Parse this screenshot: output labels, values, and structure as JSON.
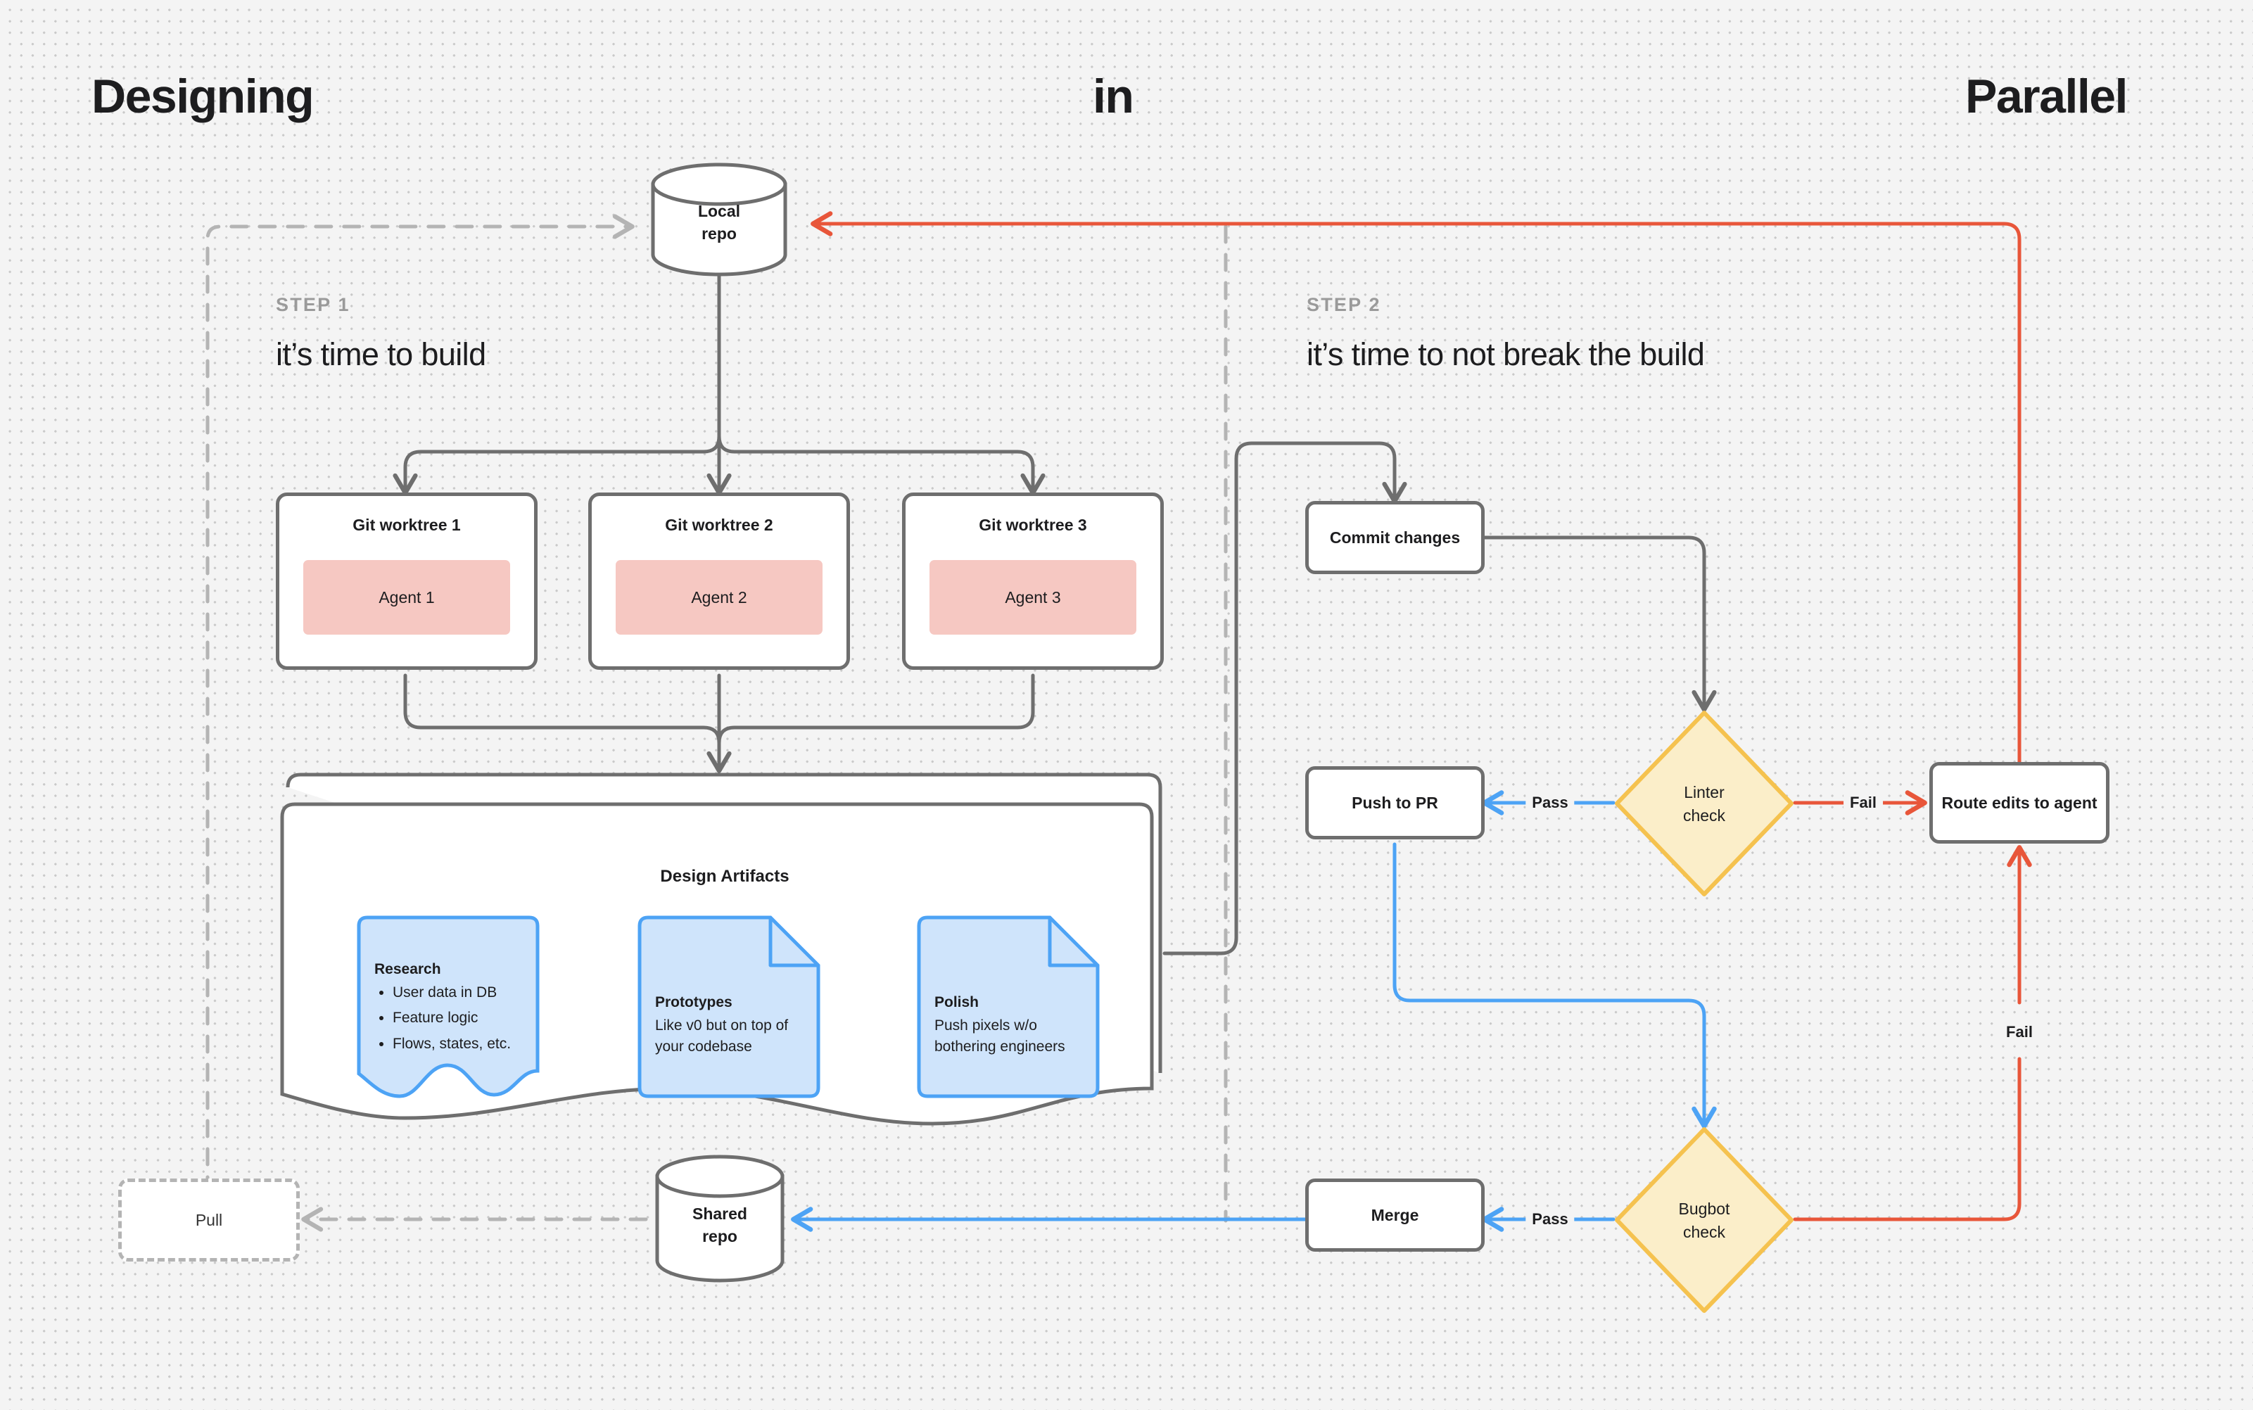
{
  "titles": {
    "left": "Designing",
    "center": "in",
    "right": "Parallel"
  },
  "steps": [
    {
      "kicker": "STEP  1",
      "heading": "it’s time to build"
    },
    {
      "kicker": "STEP  2",
      "heading": "it’s time to not break the build"
    }
  ],
  "nodes": {
    "local_repo": {
      "line1": "Local",
      "line2": "repo"
    },
    "shared_repo": {
      "line1": "Shared",
      "line2": "repo"
    },
    "pull": "Pull",
    "commit_changes": "Commit changes",
    "push_to_pr": "Push to PR",
    "route_edits": "Route edits to agent",
    "merge": "Merge",
    "linter_check": {
      "line1": "Linter",
      "line2": "check"
    },
    "bugbot_check": {
      "line1": "Bugbot",
      "line2": "check"
    }
  },
  "worktrees": [
    {
      "title": "Git worktree 1",
      "agent": "Agent 1"
    },
    {
      "title": "Git worktree 2",
      "agent": "Agent 2"
    },
    {
      "title": "Git worktree 3",
      "agent": "Agent 3"
    }
  ],
  "artifacts": {
    "title": "Design Artifacts",
    "cards": [
      {
        "heading": "Research",
        "bullets": [
          "User data in DB",
          "Feature logic",
          "Flows, states, etc."
        ],
        "body": ""
      },
      {
        "heading": "Prototypes",
        "bullets": [],
        "body": "Like v0 but on top of your codebase"
      },
      {
        "heading": "Polish",
        "bullets": [],
        "body": "Push pixels w/o bothering engineers"
      }
    ]
  },
  "edge_labels": {
    "linter_pass": "Pass",
    "linter_fail": "Fail",
    "bugbot_pass": "Pass",
    "bugbot_fail": "Fail"
  },
  "colors": {
    "background": "#f4f4f4",
    "grid_dot": "#c9c9c9",
    "stroke_dark": "#6e6e6e",
    "stroke_dashed": "#b4b4b4",
    "accent_red": "#e8563a",
    "accent_blue": "#4da3f5",
    "diamond_fill": "#fbeec9",
    "diamond_stroke": "#f5c24f",
    "agent_fill": "#f6c8c2",
    "card_fill": "#cfe4fb",
    "card_stroke": "#4da3f5",
    "text": "#1d1d1f"
  }
}
